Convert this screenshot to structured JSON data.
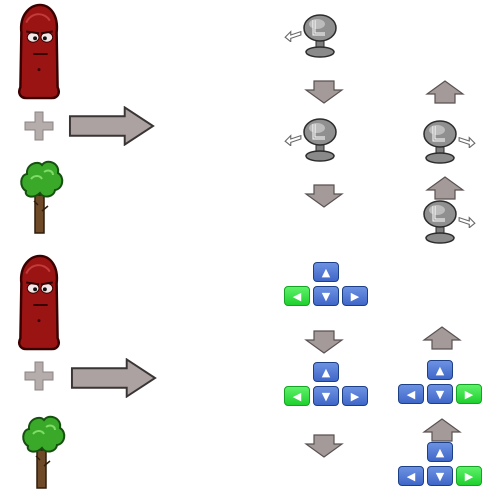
{
  "colors": {
    "monster_body": "#9a1414",
    "monster_outline": "#3a0000",
    "plus": "#b5adac",
    "arrow": "#aca2a2",
    "arrow_outline": "#3a3535",
    "small_arrow": "#a39a99",
    "tree_leaf": "#3aa829",
    "tree_trunk": "#6e4a28",
    "stick_metal": "#8a8a8a",
    "key_blue": "#4a72d4",
    "key_green": "#2fdc3b"
  },
  "icons": {
    "up": "▲",
    "down": "▼",
    "left": "◀",
    "right": "▶"
  },
  "diagram_1": {
    "inputs": [
      "monster-icon",
      "plus-icon",
      "tree-icon"
    ],
    "sequence": [
      "joystick-left",
      "move-down",
      "joystick-left",
      "move-down",
      "joystick-right",
      "move-up",
      "joystick-right",
      "move-up"
    ]
  },
  "diagram_2": {
    "inputs": [
      "monster-icon",
      "plus-icon",
      "tree-icon"
    ],
    "sequence": [
      "dpad-left-pressed",
      "move-down",
      "dpad-left-pressed",
      "move-down",
      "dpad-right-pressed",
      "move-up",
      "dpad-right-pressed",
      "move-up"
    ]
  }
}
